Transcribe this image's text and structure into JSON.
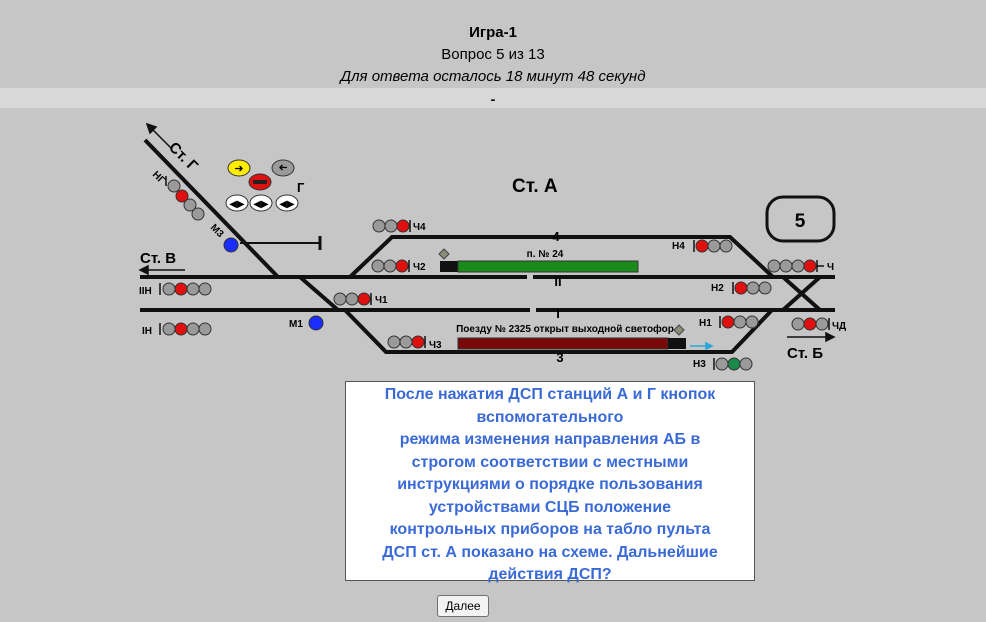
{
  "header": {
    "title": "Игра-1",
    "question_counter": "Вопрос 5 из 13",
    "timer": "Для ответа осталось 18 минут 48 секунд",
    "status": "-"
  },
  "scheme": {
    "station_label": "Ст. А",
    "question_number": "5",
    "directions": {
      "st_g": "Ст. Г",
      "st_v": "Ст. В",
      "st_b": "Ст. Б"
    },
    "block_label": "Г",
    "tracks": {
      "t4": "4",
      "t2": "II",
      "t1": "I",
      "t3": "3"
    },
    "signals": {
      "ng": "НГ",
      "m3": "М3",
      "iin": "IIН",
      "in": "IН",
      "m1": "М1",
      "ch4": "Ч4",
      "ch2": "Ч2",
      "ch1": "Ч1",
      "ch3": "Ч3",
      "n4": "Н4",
      "n2": "Н2",
      "n1": "Н1",
      "n3": "Н3",
      "ch": "Ч",
      "chd": "ЧД"
    },
    "train_24": "п. № 24",
    "train_2325": "Поезду № 2325 открыт выходной светофор"
  },
  "colors": {
    "red": "#e01010",
    "grey_lamp": "#9a9a9a",
    "blue": "#1a2cff",
    "green_lamp": "#1a8a4a",
    "yellow": "#ffee00",
    "train_green": "#1a8a1a",
    "train_dark_red": "#7a0a0a",
    "question_text": "#3a6ad6"
  },
  "question_lines": [
    "После нажатия ДСП станций А и Г кнопок",
    "вспомогательного",
    "режима изменения направления АБ в",
    "строгом соответствии с местными",
    "инструкциями о порядке пользования",
    "устройствами СЦБ положение",
    "контрольных приборов на табло пульта",
    "ДСП ст. А показано на схеме. Дальнейшие",
    "действия ДСП?"
  ],
  "next_button": "Далее"
}
